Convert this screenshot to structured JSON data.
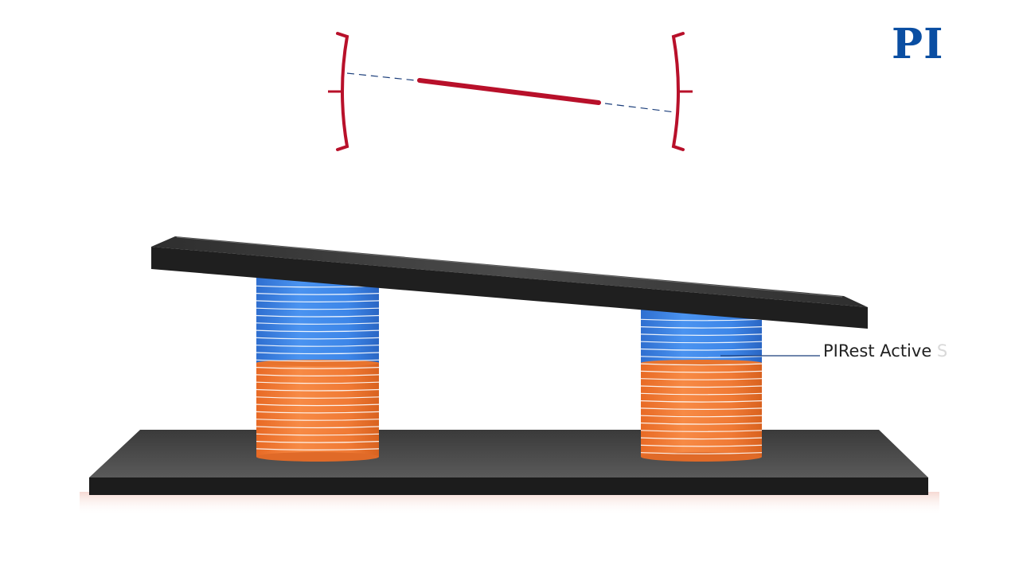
{
  "logo": {
    "text": "PI",
    "color": "#0a4ea2"
  },
  "callout": {
    "label_main": "PIRest Active",
    "label_fade": " S",
    "text_color": "#222222"
  },
  "colors": {
    "indicator_red": "#b8102a",
    "dash_blue": "#1a3d7a",
    "stack_blue": "#3d86e8",
    "stack_orange": "#f07a35",
    "plate_dark": "#222222",
    "base_dark": "#2a2a2a"
  },
  "icons": [
    "tilt-indicator-icon"
  ]
}
